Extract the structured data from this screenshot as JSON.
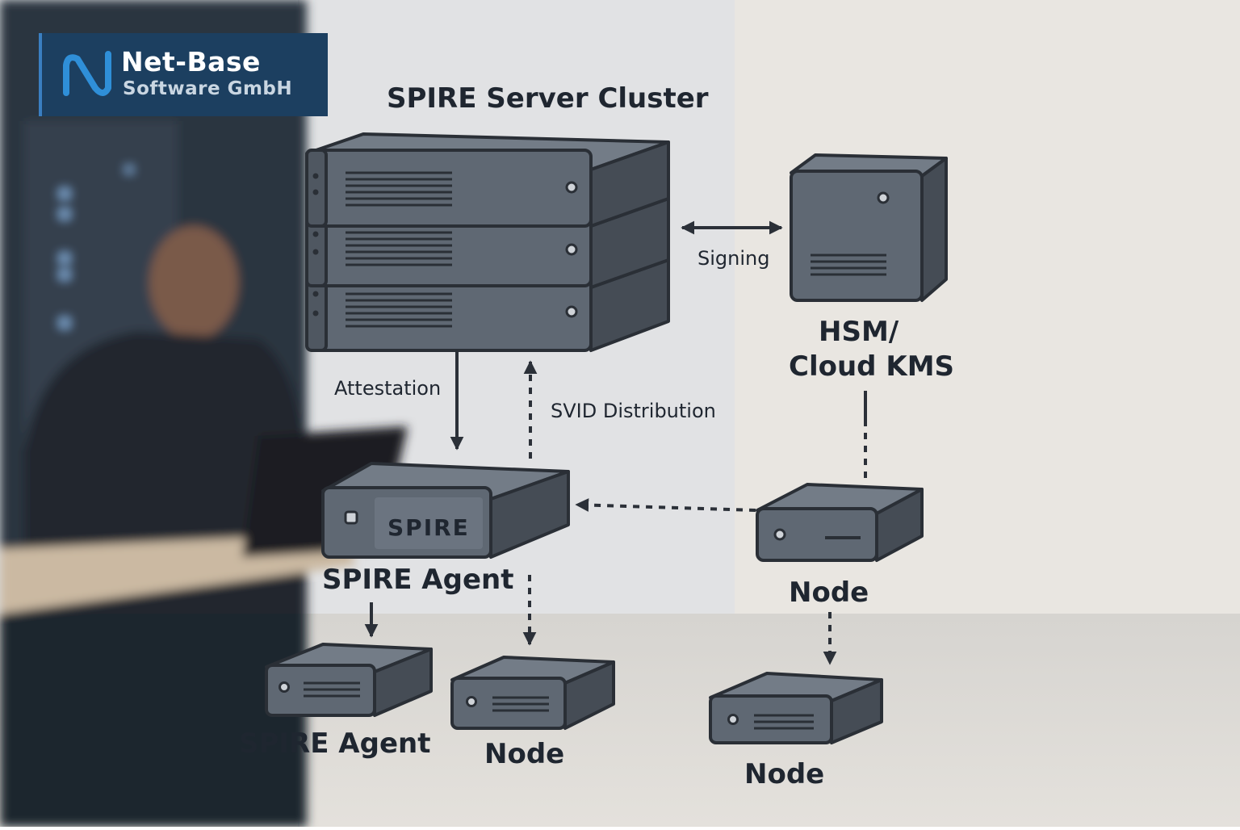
{
  "brand": {
    "name_line1": "Net-Base",
    "name_line2": "Software GmbH",
    "logo_icon": "n-wave-logo-icon",
    "colors": {
      "panel": "#1c3f60",
      "mark": "#2f8fd8"
    }
  },
  "diagram": {
    "title": "SPIRE Server Cluster",
    "hsm_label_line1": "HSM/",
    "hsm_label_line2": "Cloud KMS",
    "signing_label": "Signing",
    "attestation_label": "Attestation",
    "svid_label": "SVID Distribution",
    "agent_badge": "SPIRE",
    "agent_label": "SPIRE Agent",
    "node_right_label": "Node",
    "agent2_label": "SPIRE Agent",
    "node_mid_label": "Node",
    "node_bottom_label": "Node"
  },
  "colors": {
    "device_face": "#5f6873",
    "device_top": "#737c87",
    "device_side": "#454c55",
    "outline": "#2a2f36",
    "arrow": "#2b3038",
    "wall": "#e4e2de"
  }
}
